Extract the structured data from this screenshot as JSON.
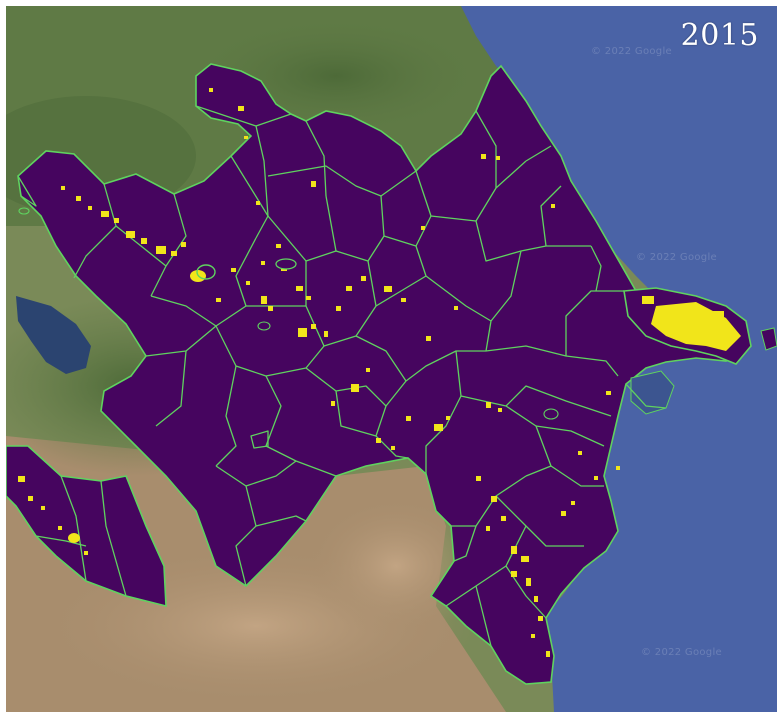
{
  "year": "2015",
  "attribution": [
    "© 2022 Google",
    "© 2022 Google",
    "© 2022 Google"
  ],
  "colors": {
    "sea": "#4a63a6",
    "land_green": "#5f7a45",
    "land_arid": "#a88d6d",
    "district_fill": "#46055f",
    "boundary": "#5fd35f",
    "builtup": "#f1e51a",
    "lake": "#2b4470"
  }
}
